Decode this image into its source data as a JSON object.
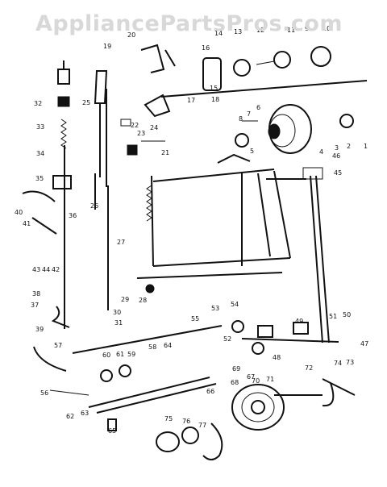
{
  "watermark": "AppliancePartsPros.com",
  "callouts": [
    "1",
    "2",
    "3",
    "4",
    "5",
    "6",
    "7",
    "8",
    "9",
    "10",
    "11",
    "12",
    "13",
    "14",
    "15",
    "16",
    "17",
    "18",
    "19",
    "20",
    "21",
    "22",
    "23",
    "24",
    "25",
    "26",
    "27",
    "28",
    "29",
    "30",
    "31",
    "32",
    "33",
    "34",
    "35",
    "36",
    "37",
    "38",
    "39",
    "40",
    "41",
    "42",
    "43",
    "44",
    "45",
    "46",
    "47",
    "48",
    "49",
    "50",
    "51",
    "52",
    "53",
    "54",
    "55",
    "56",
    "57",
    "58",
    "59",
    "60",
    "61",
    "62",
    "63",
    "64",
    "65",
    "66",
    "67",
    "68",
    "69",
    "70",
    "71",
    "72",
    "73",
    "74",
    "75",
    "76",
    "77"
  ]
}
